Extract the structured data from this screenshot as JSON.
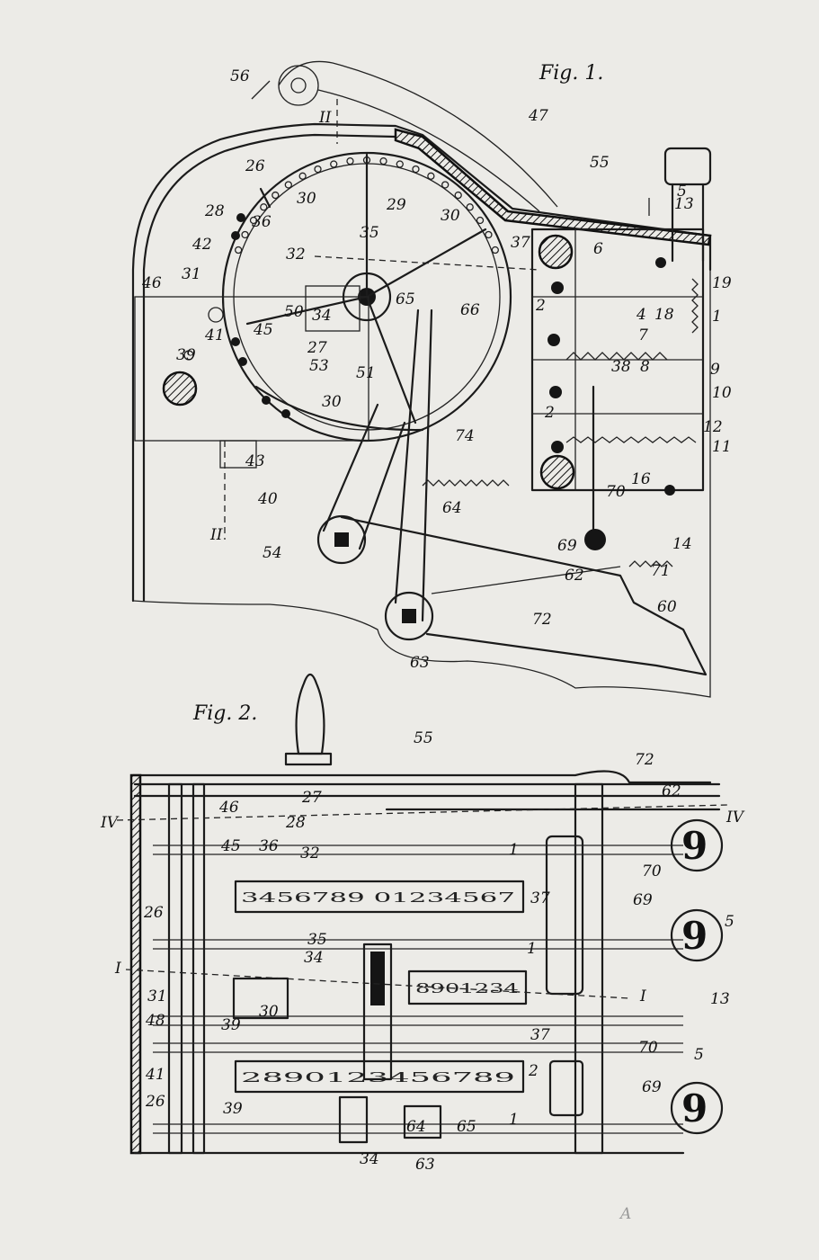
{
  "figure1": {
    "title": "Fig. 1.",
    "labels": [
      "56",
      "II",
      "47",
      "55",
      "26",
      "30",
      "29",
      "30",
      "28",
      "36",
      "35",
      "37",
      "6",
      "13",
      "5",
      "42",
      "32",
      "31",
      "46",
      "34",
      "65",
      "66",
      "4",
      "18",
      "19",
      "1",
      "2",
      "7",
      "41",
      "50",
      "45",
      "39",
      "27",
      "53",
      "51",
      "38",
      "8",
      "9",
      "10",
      "30",
      "2",
      "12",
      "11",
      "74",
      "43",
      "16",
      "40",
      "70",
      "14",
      "II",
      "64",
      "69",
      "54",
      "62",
      "71",
      "72",
      "60",
      "63"
    ]
  },
  "figure2": {
    "title": "Fig. 2.",
    "labels": [
      "55",
      "72",
      "62",
      "27",
      "IV",
      "46",
      "28",
      "IV",
      "45",
      "36",
      "32",
      "1",
      "70",
      "69",
      "26",
      "37",
      "35",
      "1",
      "34",
      "I",
      "31",
      "30",
      "48",
      "I",
      "13",
      "39",
      "37",
      "70",
      "41",
      "2",
      "5",
      "26",
      "69",
      "39",
      "64",
      "65",
      "1",
      "34",
      "63",
      "5"
    ],
    "wheel_digits_top": "3456789 01234567",
    "wheel_digits_mid": "8901234",
    "wheel_digits_bottom": "2890123456789",
    "counter_digits": [
      "9",
      "9",
      "9"
    ]
  },
  "corner_mark": "A"
}
